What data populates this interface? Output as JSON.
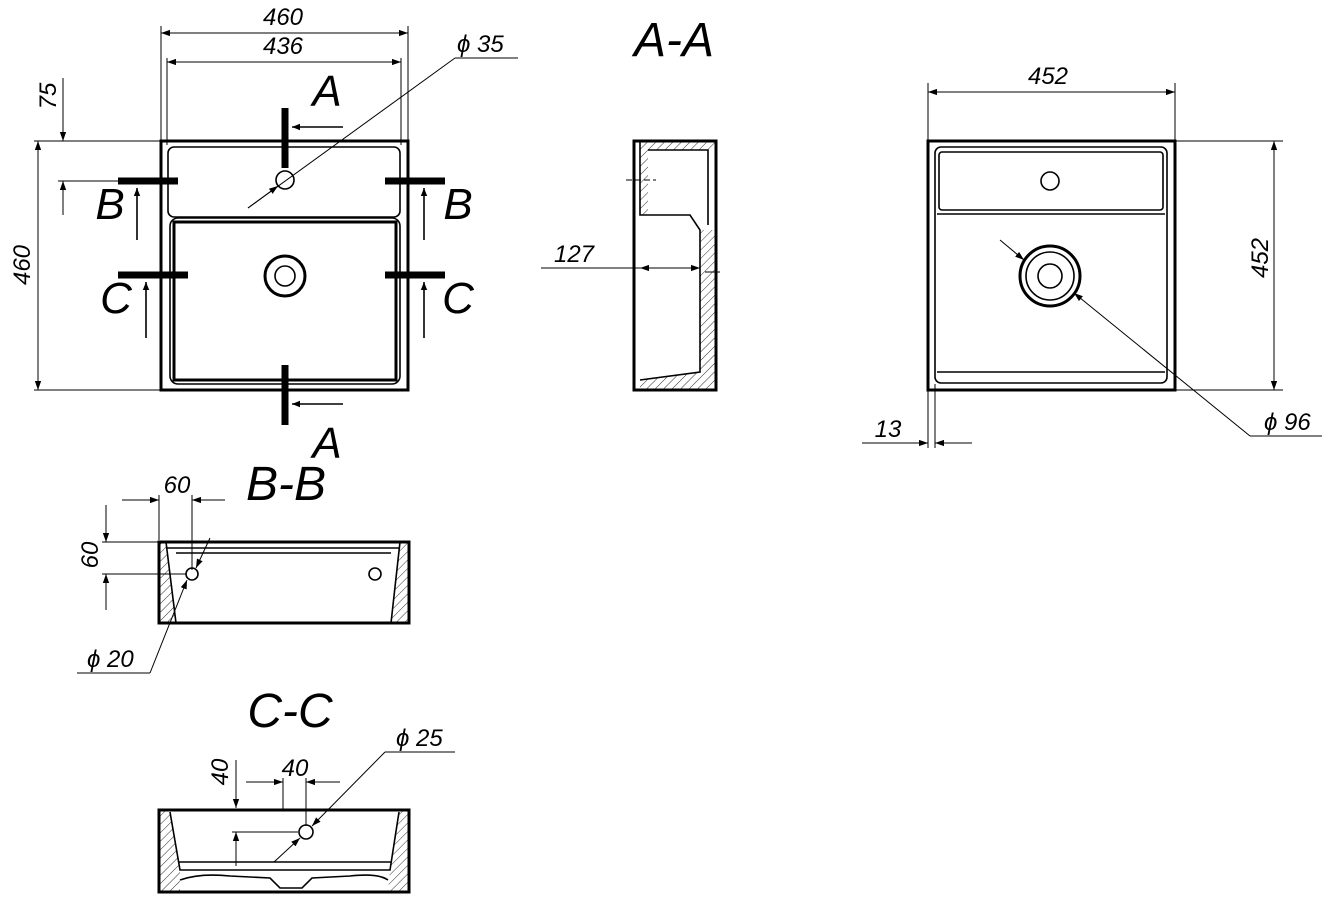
{
  "sections": {
    "aa_title": "A-A",
    "bb_title": "B-B",
    "cc_title": "C-C",
    "a_top": "A",
    "a_bottom": "A",
    "b_left": "B",
    "b_right": "B",
    "c_left": "C",
    "c_right": "C"
  },
  "dimensions": {
    "top_width_outer": "460",
    "top_width_inner": "436",
    "top_hole": "ϕ 35",
    "top_offset": "75",
    "top_height": "460",
    "aa_depth": "127",
    "right_width": "452",
    "right_height": "452",
    "right_wall": "13",
    "right_drain": "ϕ 96",
    "bb_x": "60",
    "bb_y": "60",
    "bb_hole": "ϕ 20",
    "cc_y": "40",
    "cc_x": "40",
    "cc_hole": "ϕ 25"
  }
}
